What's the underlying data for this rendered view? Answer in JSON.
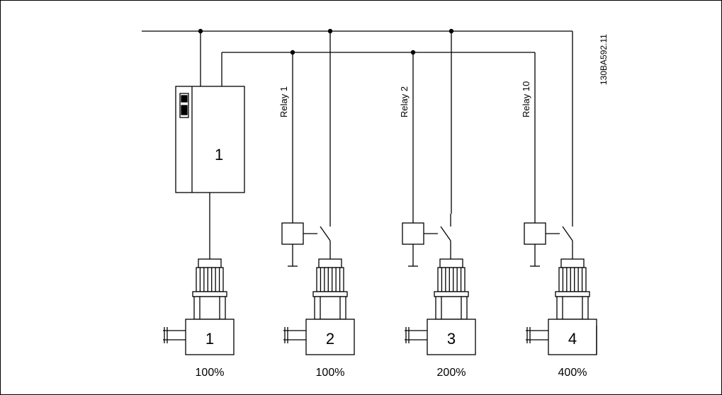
{
  "drawing_code": "130BA592.11",
  "drive": {
    "label": "1"
  },
  "relays": [
    {
      "label": "Relay 1"
    },
    {
      "label": "Relay 2"
    },
    {
      "label": "Relay 10"
    }
  ],
  "pumps": [
    {
      "number": "1",
      "capacity": "100%"
    },
    {
      "number": "2",
      "capacity": "100%"
    },
    {
      "number": "3",
      "capacity": "200%"
    },
    {
      "number": "4",
      "capacity": "400%"
    }
  ]
}
